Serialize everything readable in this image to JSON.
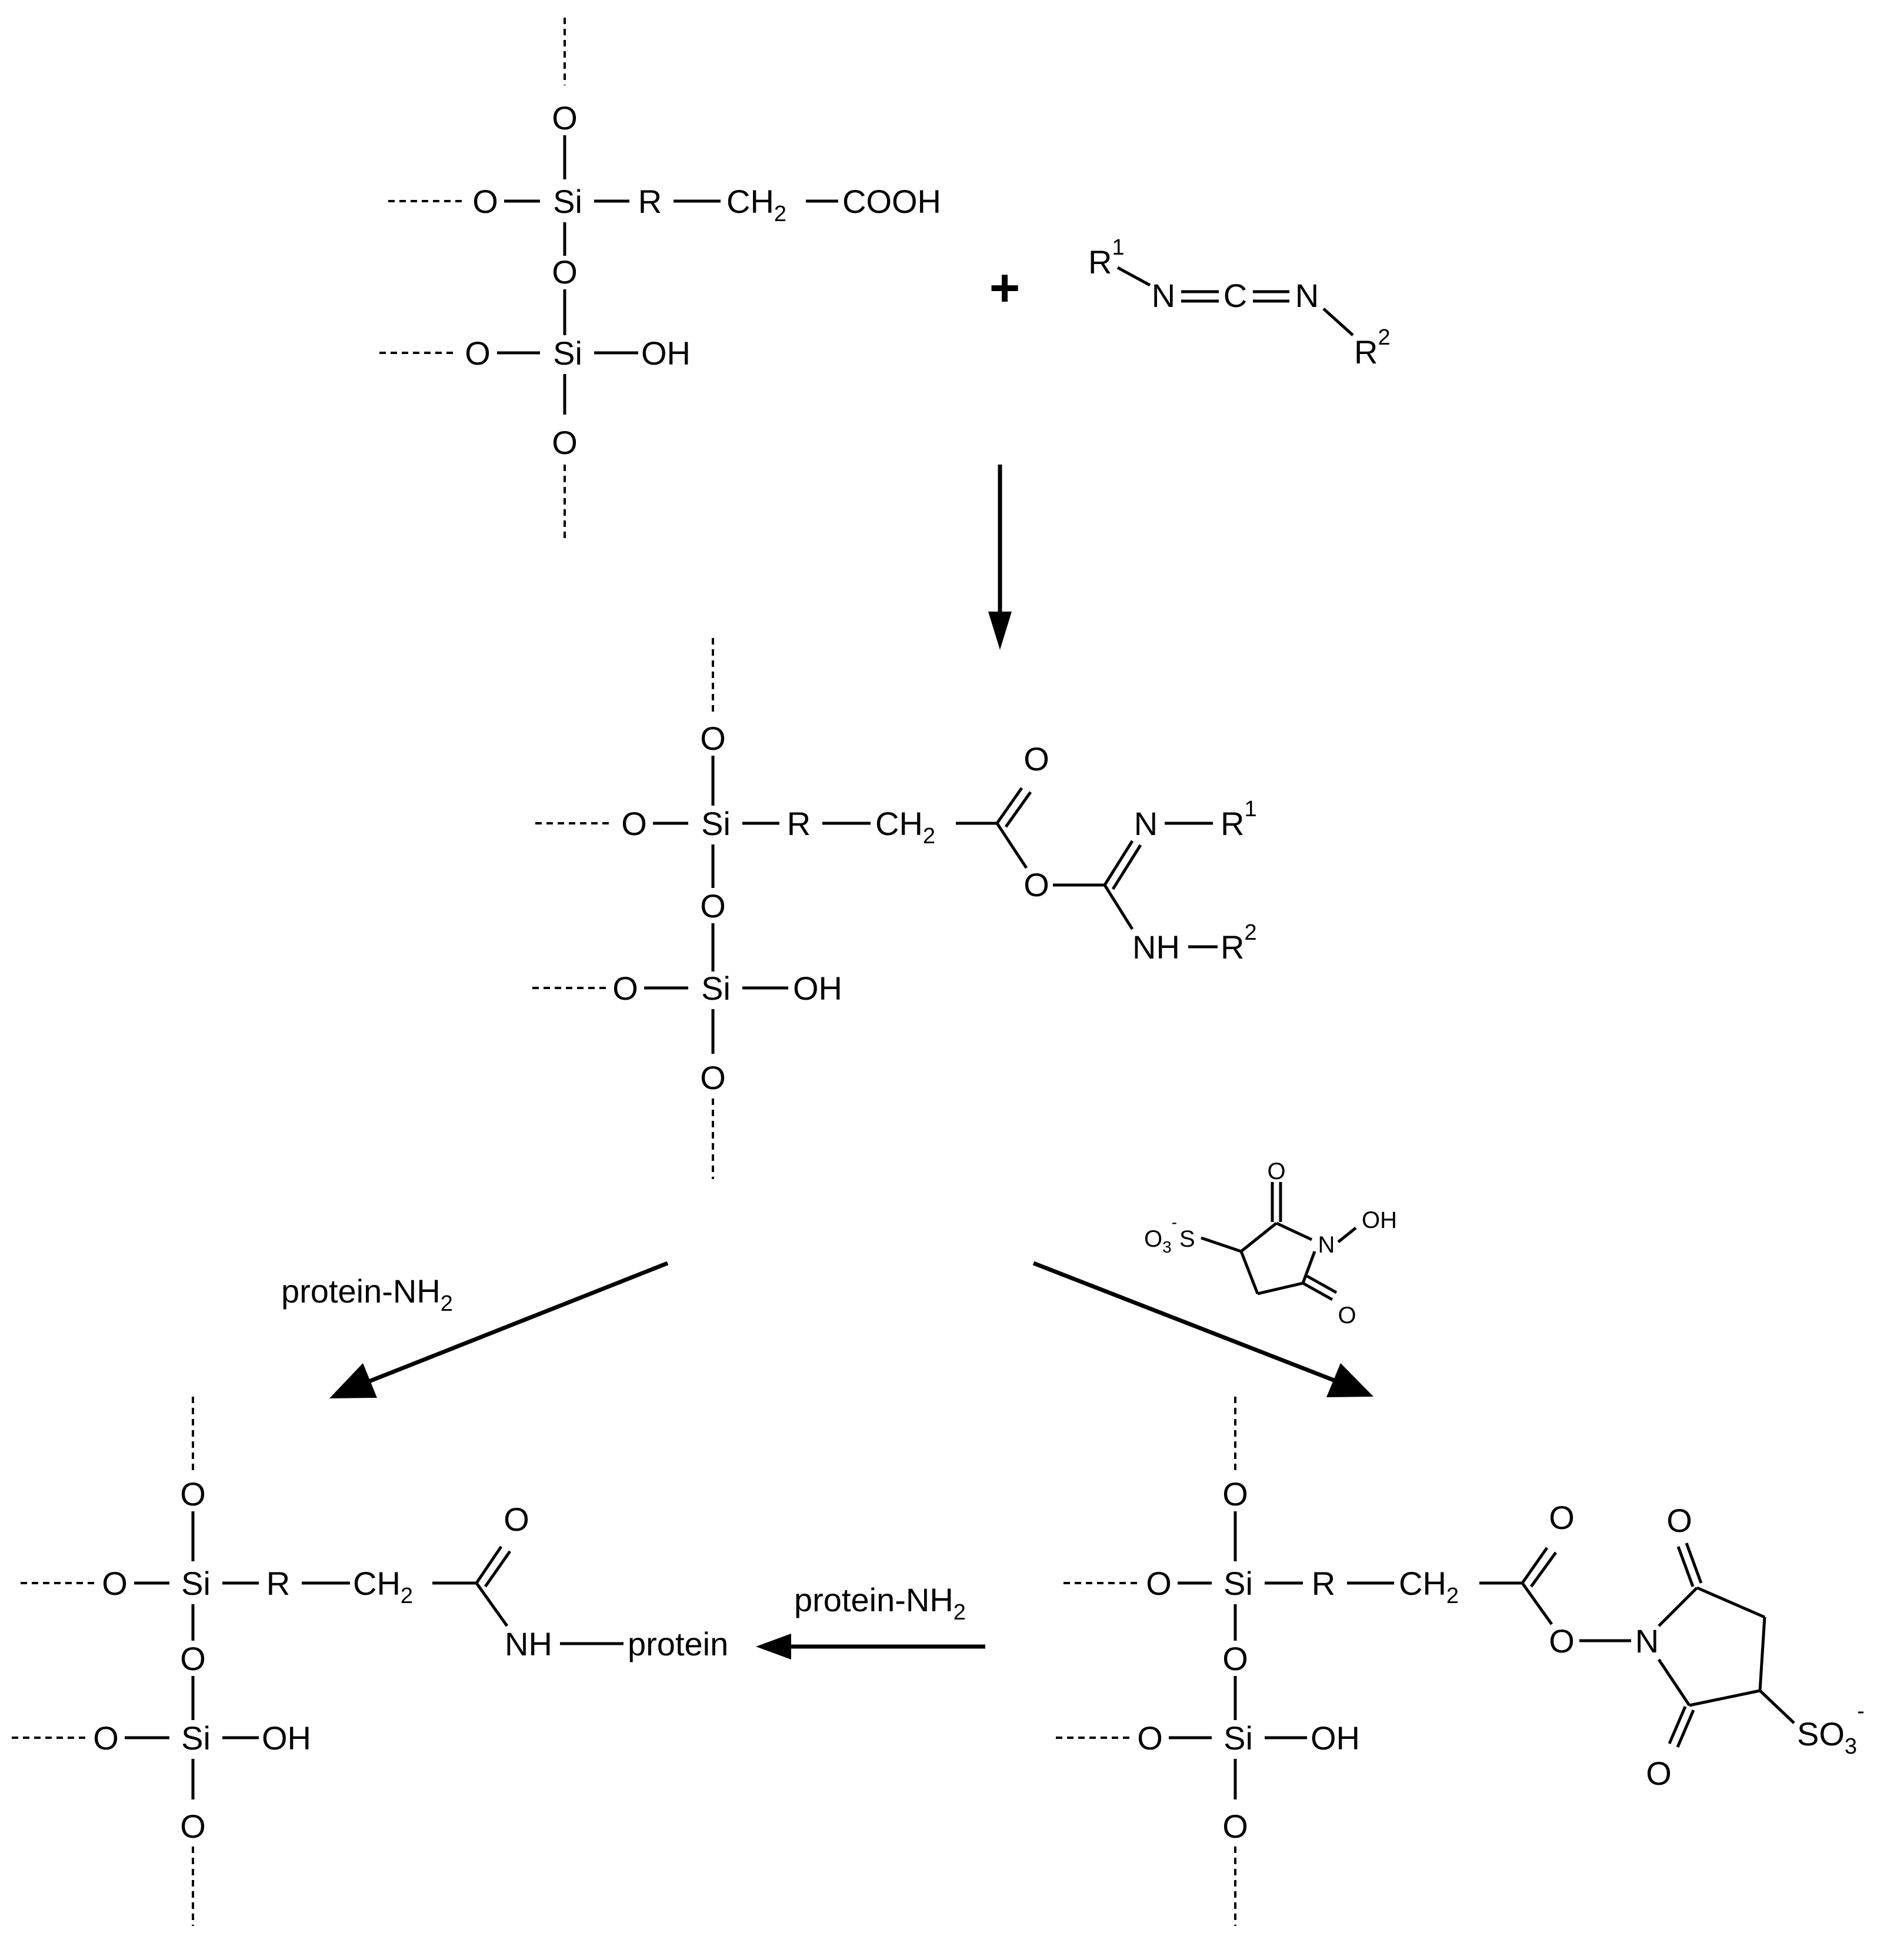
{
  "atoms": {
    "O": "O",
    "Si": "Si",
    "R": "R",
    "OH": "OH",
    "N": "N",
    "NH": "NH",
    "C": "C",
    "CH": "CH",
    "COOH": "COOH",
    "S": "S",
    "SO": "SO"
  },
  "subscripts": {
    "two": "2",
    "three": "3"
  },
  "superscripts": {
    "one": "1",
    "two": "2",
    "minus": "-"
  },
  "words": {
    "protein": "protein"
  },
  "operators": {
    "plus": "+"
  },
  "arrow_labels": {
    "left": "protein-NH",
    "bottom": "protein-NH"
  }
}
